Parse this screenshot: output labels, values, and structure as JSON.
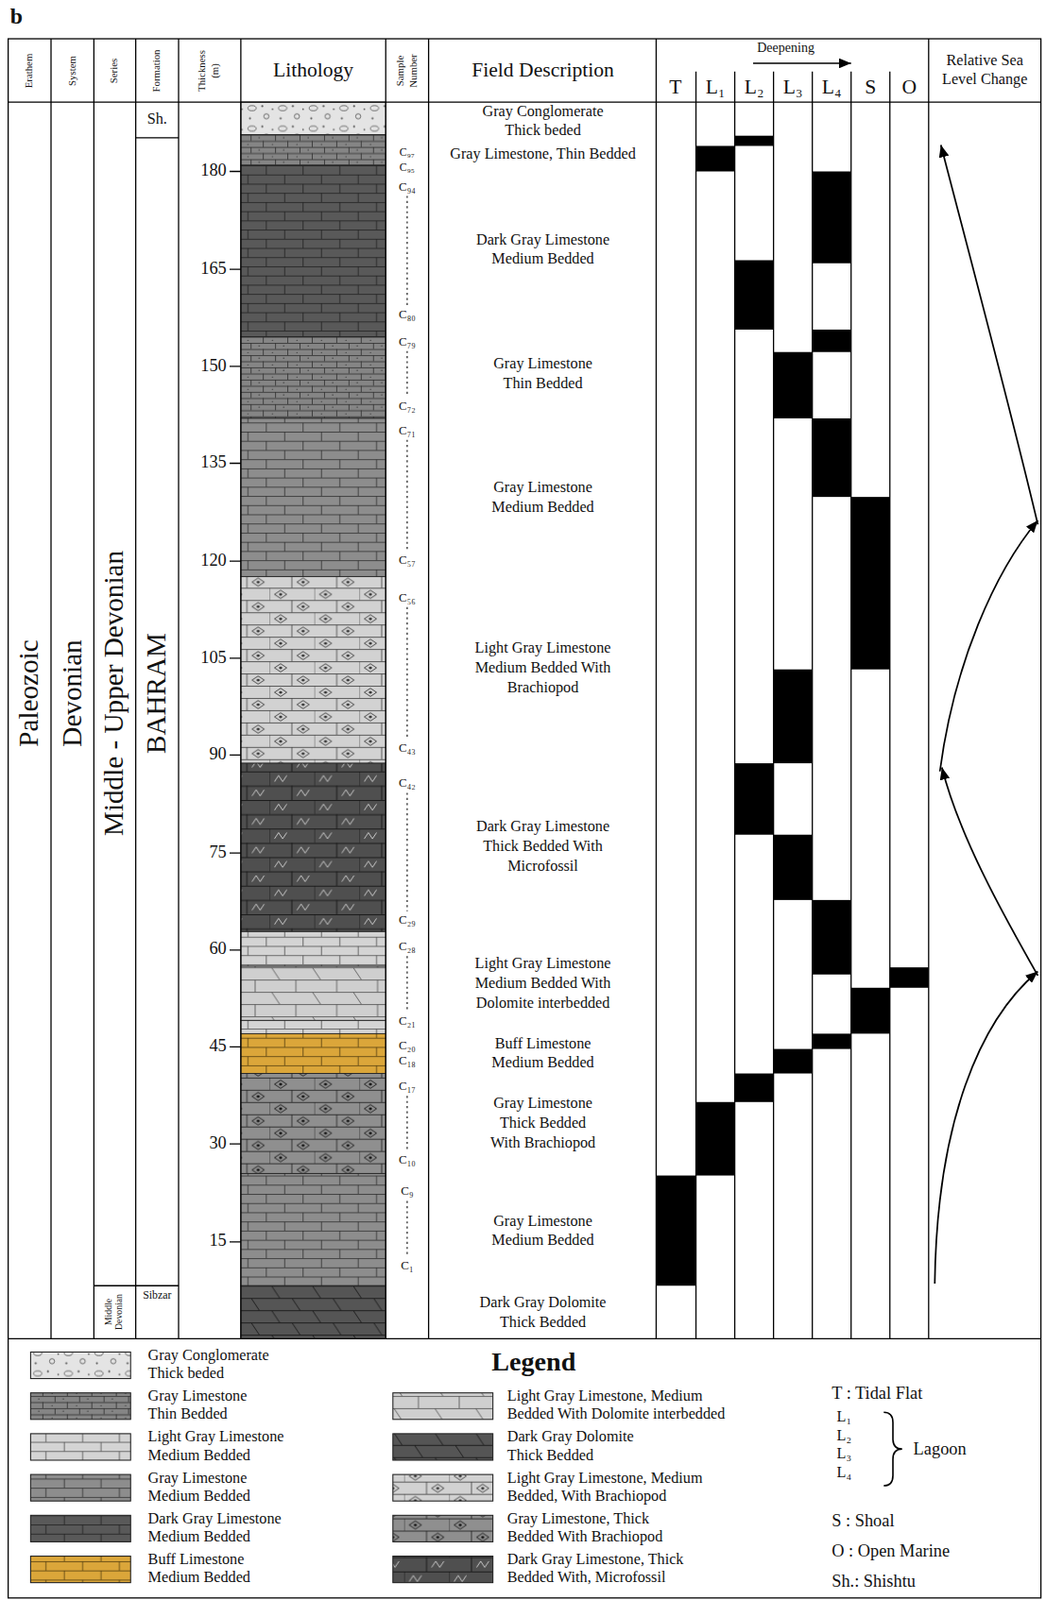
{
  "diagram": {
    "labels": [
      "b",
      "Erathem",
      "System",
      "Series",
      "Formation",
      "Thickness (m)",
      "Lithology",
      "Sample Number",
      "Field Description",
      "Deepening",
      "T",
      "L₁",
      "L₂",
      "L₃",
      "L₄",
      "S",
      "O",
      "Relative Sea Level Change",
      "Paleozoic",
      "Devonian",
      "Middle - Upper Devonian",
      "Sh.",
      "BAHRAM",
      "Middle Devonian",
      "Sibzar",
      "180",
      "165",
      "150",
      "135",
      "120",
      "105",
      "90",
      "75",
      "60",
      "45",
      "30",
      "15",
      "C₉₇",
      "C₉₅",
      "C₉₄",
      "C₈₀",
      "C₇₉",
      "C₇₂",
      "C₇₁",
      "C₅₇",
      "C₅₆",
      "C₄₃",
      "C₄₂",
      "C₂₉",
      "C₂₈",
      "C₂₁",
      "C₂₀",
      "C₁₈",
      "C₁₇",
      "C₁₀",
      "C₉",
      "C₁",
      "Gray Conglomerate Thick beded",
      "Gray Limestone, Thin Bedded",
      "Dark Gray Limestone Medium Bedded",
      "Gray Limestone Thin Bedded",
      "Gray Limestone Medium Bedded",
      "Light Gray Limestone Medium Bedded With Brachiopod",
      "Dark Gray Limestone Thick Bedded With Microfossil",
      "Light Gray Limestone Medium Bedded With Dolomite interbedded",
      "Buff Limestone Medium Bedded",
      "Gray Limestone Thick Bedded With Brachiopod",
      "Gray Limestone Medium Bedded",
      "Dark Gray Dolomite Thick Bedded",
      "Legend",
      "T : Tidal Flat",
      "L₁",
      "L₂",
      "L₃",
      "L₄",
      "Lagoon",
      "S : Shoal",
      "O : Open Marine",
      "Sh.: Shishtu"
    ],
    "legend": [
      {
        "text": "Gray Conglomerate Thick beded"
      },
      {
        "text": "Gray Limestone Thin Bedded"
      },
      {
        "text": "Light Gray Limestone Medium Bedded"
      },
      {
        "text": "Gray Limestone Medium Bedded"
      },
      {
        "text": "Dark Gray Limestone Medium Bedded"
      },
      {
        "text": "Buff Limestone Medium Bedded"
      },
      {
        "text": "Light Gray Limestone, Medium Bedded With Dolomite interbedded"
      },
      {
        "text": "Dark Gray Dolomite Thick Bedded"
      },
      {
        "text": "Light Gray Limestone, Medium Bedded, With Brachiopod"
      },
      {
        "text": "Gray Limestone, Thick Bedded With Brachiopod"
      },
      {
        "text": "Dark Gray Limestone, Thick Bedded With, Microfossil"
      }
    ]
  }
}
